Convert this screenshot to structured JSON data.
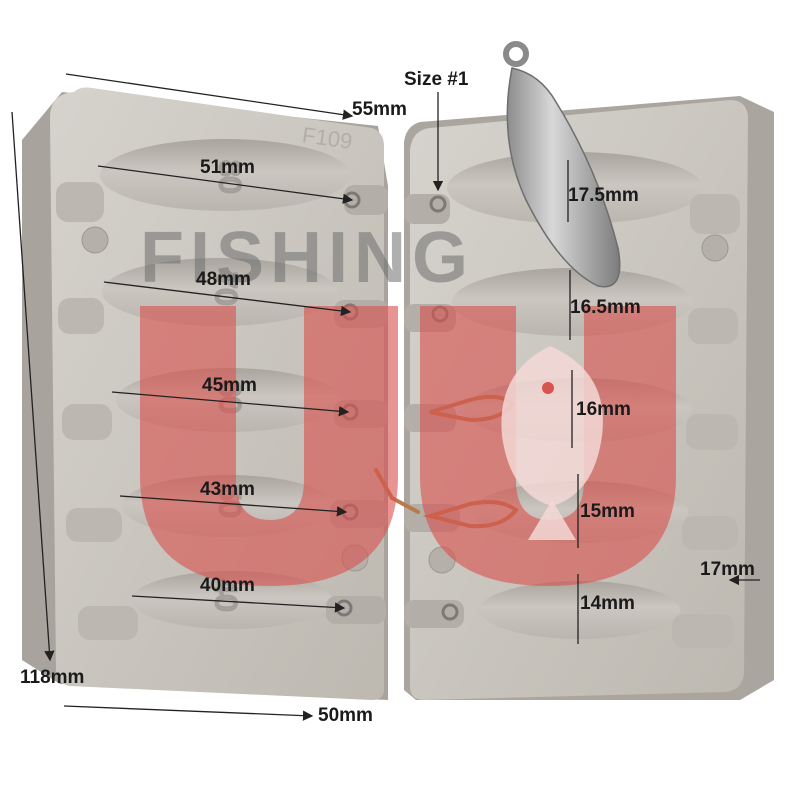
{
  "product": {
    "mold_code": "F109",
    "size_label": "Size #1"
  },
  "watermark": {
    "text": "FISHING",
    "logo_letters": "UU"
  },
  "dimensions": {
    "top_width": "55mm",
    "bottom_width": "50mm",
    "height": "118mm",
    "thickness": "17mm"
  },
  "cavities": [
    {
      "length": "51mm",
      "diameter": "17.5mm",
      "weight_mark": "80"
    },
    {
      "length": "48mm",
      "diameter": "16.5mm",
      "weight_mark": "70"
    },
    {
      "length": "45mm",
      "diameter": "16mm",
      "weight_mark": "60"
    },
    {
      "length": "43mm",
      "diameter": "15mm",
      "weight_mark": "50"
    },
    {
      "length": "40mm",
      "diameter": "14mm",
      "weight_mark": "40"
    }
  ],
  "colors": {
    "mold": "#c9c5be",
    "watermark_red": "#d9534f",
    "watermark_gray": "#6f6f6f",
    "brass": "#b87a4b"
  }
}
